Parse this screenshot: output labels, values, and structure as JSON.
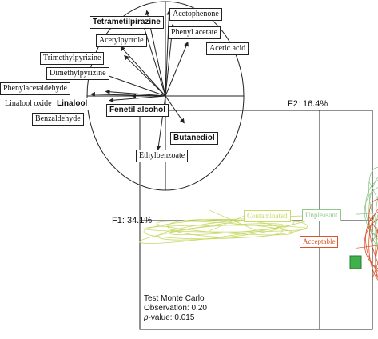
{
  "chart_data": [
    {
      "type": "scatter",
      "subtype": "correlation-circle",
      "grid": false,
      "variables": [
        {
          "name": "Tetrametilpirazine",
          "x": -0.25,
          "y": 0.95
        },
        {
          "name": "Acetylpyrrole",
          "x": -0.3,
          "y": 0.8
        },
        {
          "name": "Trimethylpyrizine",
          "x": -0.6,
          "y": 0.55
        },
        {
          "name": "Dimethylpyrizine",
          "x": -0.55,
          "y": 0.45
        },
        {
          "name": "Phenylacetaldehyde",
          "x": -0.85,
          "y": 0.25
        },
        {
          "name": "Linalool oxide",
          "x": -1.0,
          "y": 0.02
        },
        {
          "name": "Linalool",
          "x": -0.8,
          "y": 0.05
        },
        {
          "name": "Benzaldehyde",
          "x": -0.75,
          "y": -0.05
        },
        {
          "name": "Fenetil alcohol",
          "x": -0.45,
          "y": 0.0
        },
        {
          "name": "Acetophenone",
          "x": 0.05,
          "y": 0.95
        },
        {
          "name": "Phenyl acetate",
          "x": 0.1,
          "y": 0.8
        },
        {
          "name": "Acetic acid",
          "x": 0.3,
          "y": 0.6
        },
        {
          "name": "Butanediol",
          "x": 0.25,
          "y": -0.3
        },
        {
          "name": "Ethylbenzoate",
          "x": -0.1,
          "y": -0.6
        }
      ]
    },
    {
      "type": "scatter",
      "subtype": "factor-map",
      "xlabel": "F1: 34.1%",
      "ylabel": "F2: 16.4%",
      "groups": [
        {
          "name": "Contaminated",
          "color": "#c9d96a",
          "x": -0.6,
          "y": 0.0
        },
        {
          "name": "Unpleasant",
          "color": "#8fc98a",
          "x": 0.45,
          "y": 0.05
        },
        {
          "name": "Acceptable",
          "color": "#d9542b",
          "x": 0.45,
          "y": -0.15
        }
      ],
      "annotation": {
        "line1": "Test Monte Carlo",
        "line2": "Observation: 0.20",
        "line3_prefix": "p",
        "line3_rest": "-value: 0.015"
      }
    }
  ]
}
